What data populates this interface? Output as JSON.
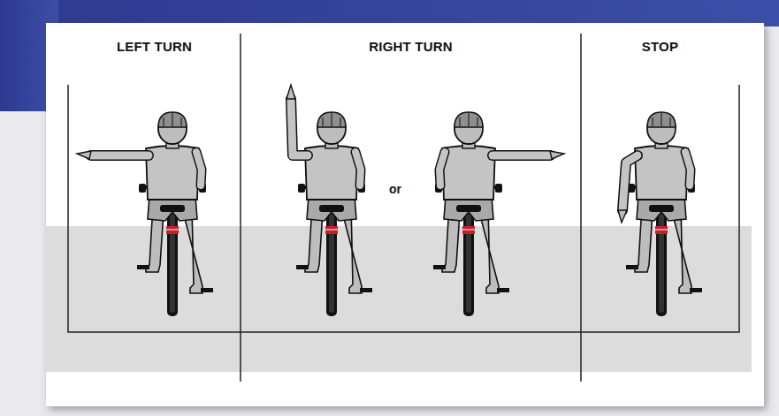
{
  "diagram": {
    "nodes": [
      {
        "text": [
          "LEFT TURN"
        ]
      },
      {
        "text": [
          "RIGHT TURN"
        ]
      },
      {
        "text": [
          "STOP"
        ]
      }
    ],
    "labels": [
      "or"
    ]
  }
}
